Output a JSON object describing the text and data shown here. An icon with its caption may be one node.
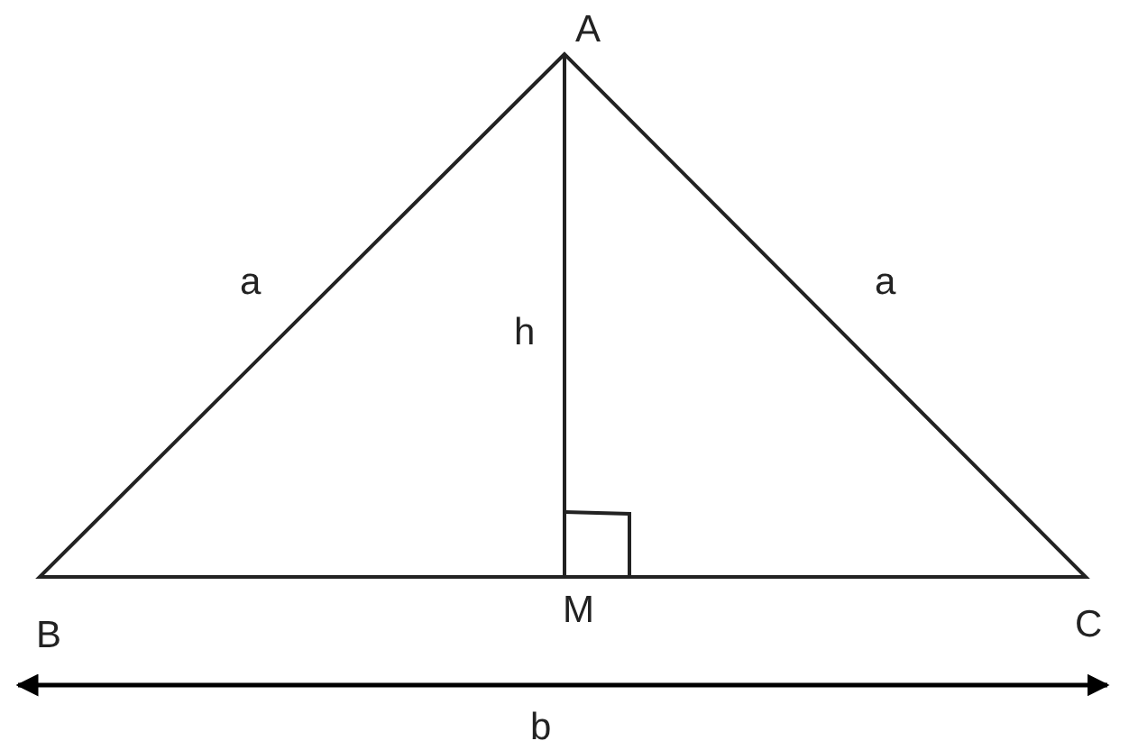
{
  "diagram": {
    "labels": [
      "A",
      "a",
      "a",
      "h",
      "B",
      "M",
      "C",
      "b"
    ]
  }
}
